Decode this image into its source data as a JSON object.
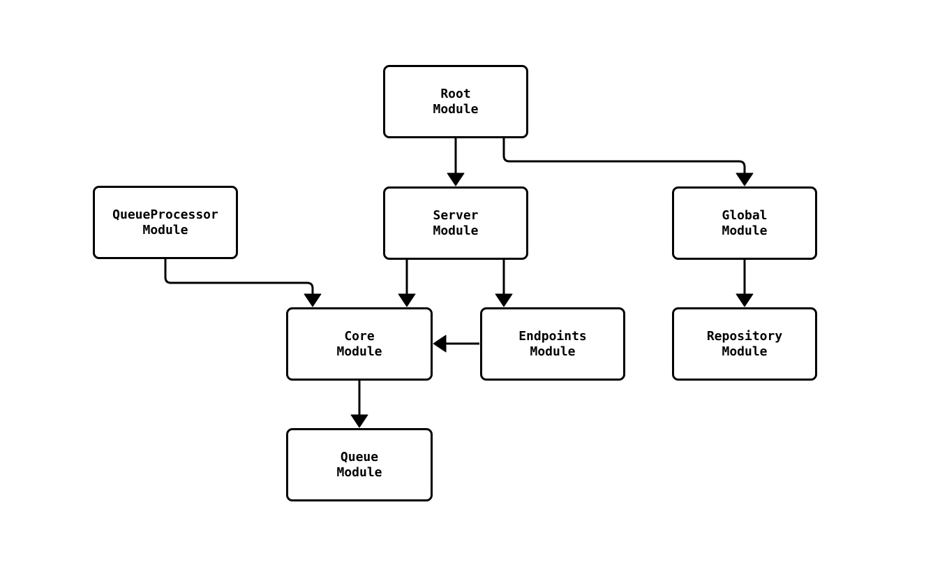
{
  "diagram": {
    "type": "flowchart",
    "background_color": "#ffffff",
    "node_fill_color": "#ffffff",
    "node_border_color": "#000000",
    "edge_color": "#000000",
    "text_color": "#000000",
    "nodes": [
      {
        "id": "root-module",
        "line1": "Root",
        "line2": "Module"
      },
      {
        "id": "queueprocessor-module",
        "line1": "QueueProcessor",
        "line2": "Module"
      },
      {
        "id": "server-module",
        "line1": "Server",
        "line2": "Module"
      },
      {
        "id": "global-module",
        "line1": "Global",
        "line2": "Module"
      },
      {
        "id": "core-module",
        "line1": "Core",
        "line2": "Module"
      },
      {
        "id": "endpoints-module",
        "line1": "Endpoints",
        "line2": "Module"
      },
      {
        "id": "repository-module",
        "line1": "Repository",
        "line2": "Module"
      },
      {
        "id": "queue-module",
        "line1": "Queue",
        "line2": "Module"
      }
    ],
    "edges": [
      {
        "from": "root-module",
        "to": "server-module"
      },
      {
        "from": "root-module",
        "to": "global-module"
      },
      {
        "from": "queueprocessor-module",
        "to": "core-module"
      },
      {
        "from": "server-module",
        "to": "core-module"
      },
      {
        "from": "server-module",
        "to": "endpoints-module"
      },
      {
        "from": "endpoints-module",
        "to": "core-module"
      },
      {
        "from": "global-module",
        "to": "repository-module"
      },
      {
        "from": "core-module",
        "to": "queue-module"
      }
    ]
  }
}
